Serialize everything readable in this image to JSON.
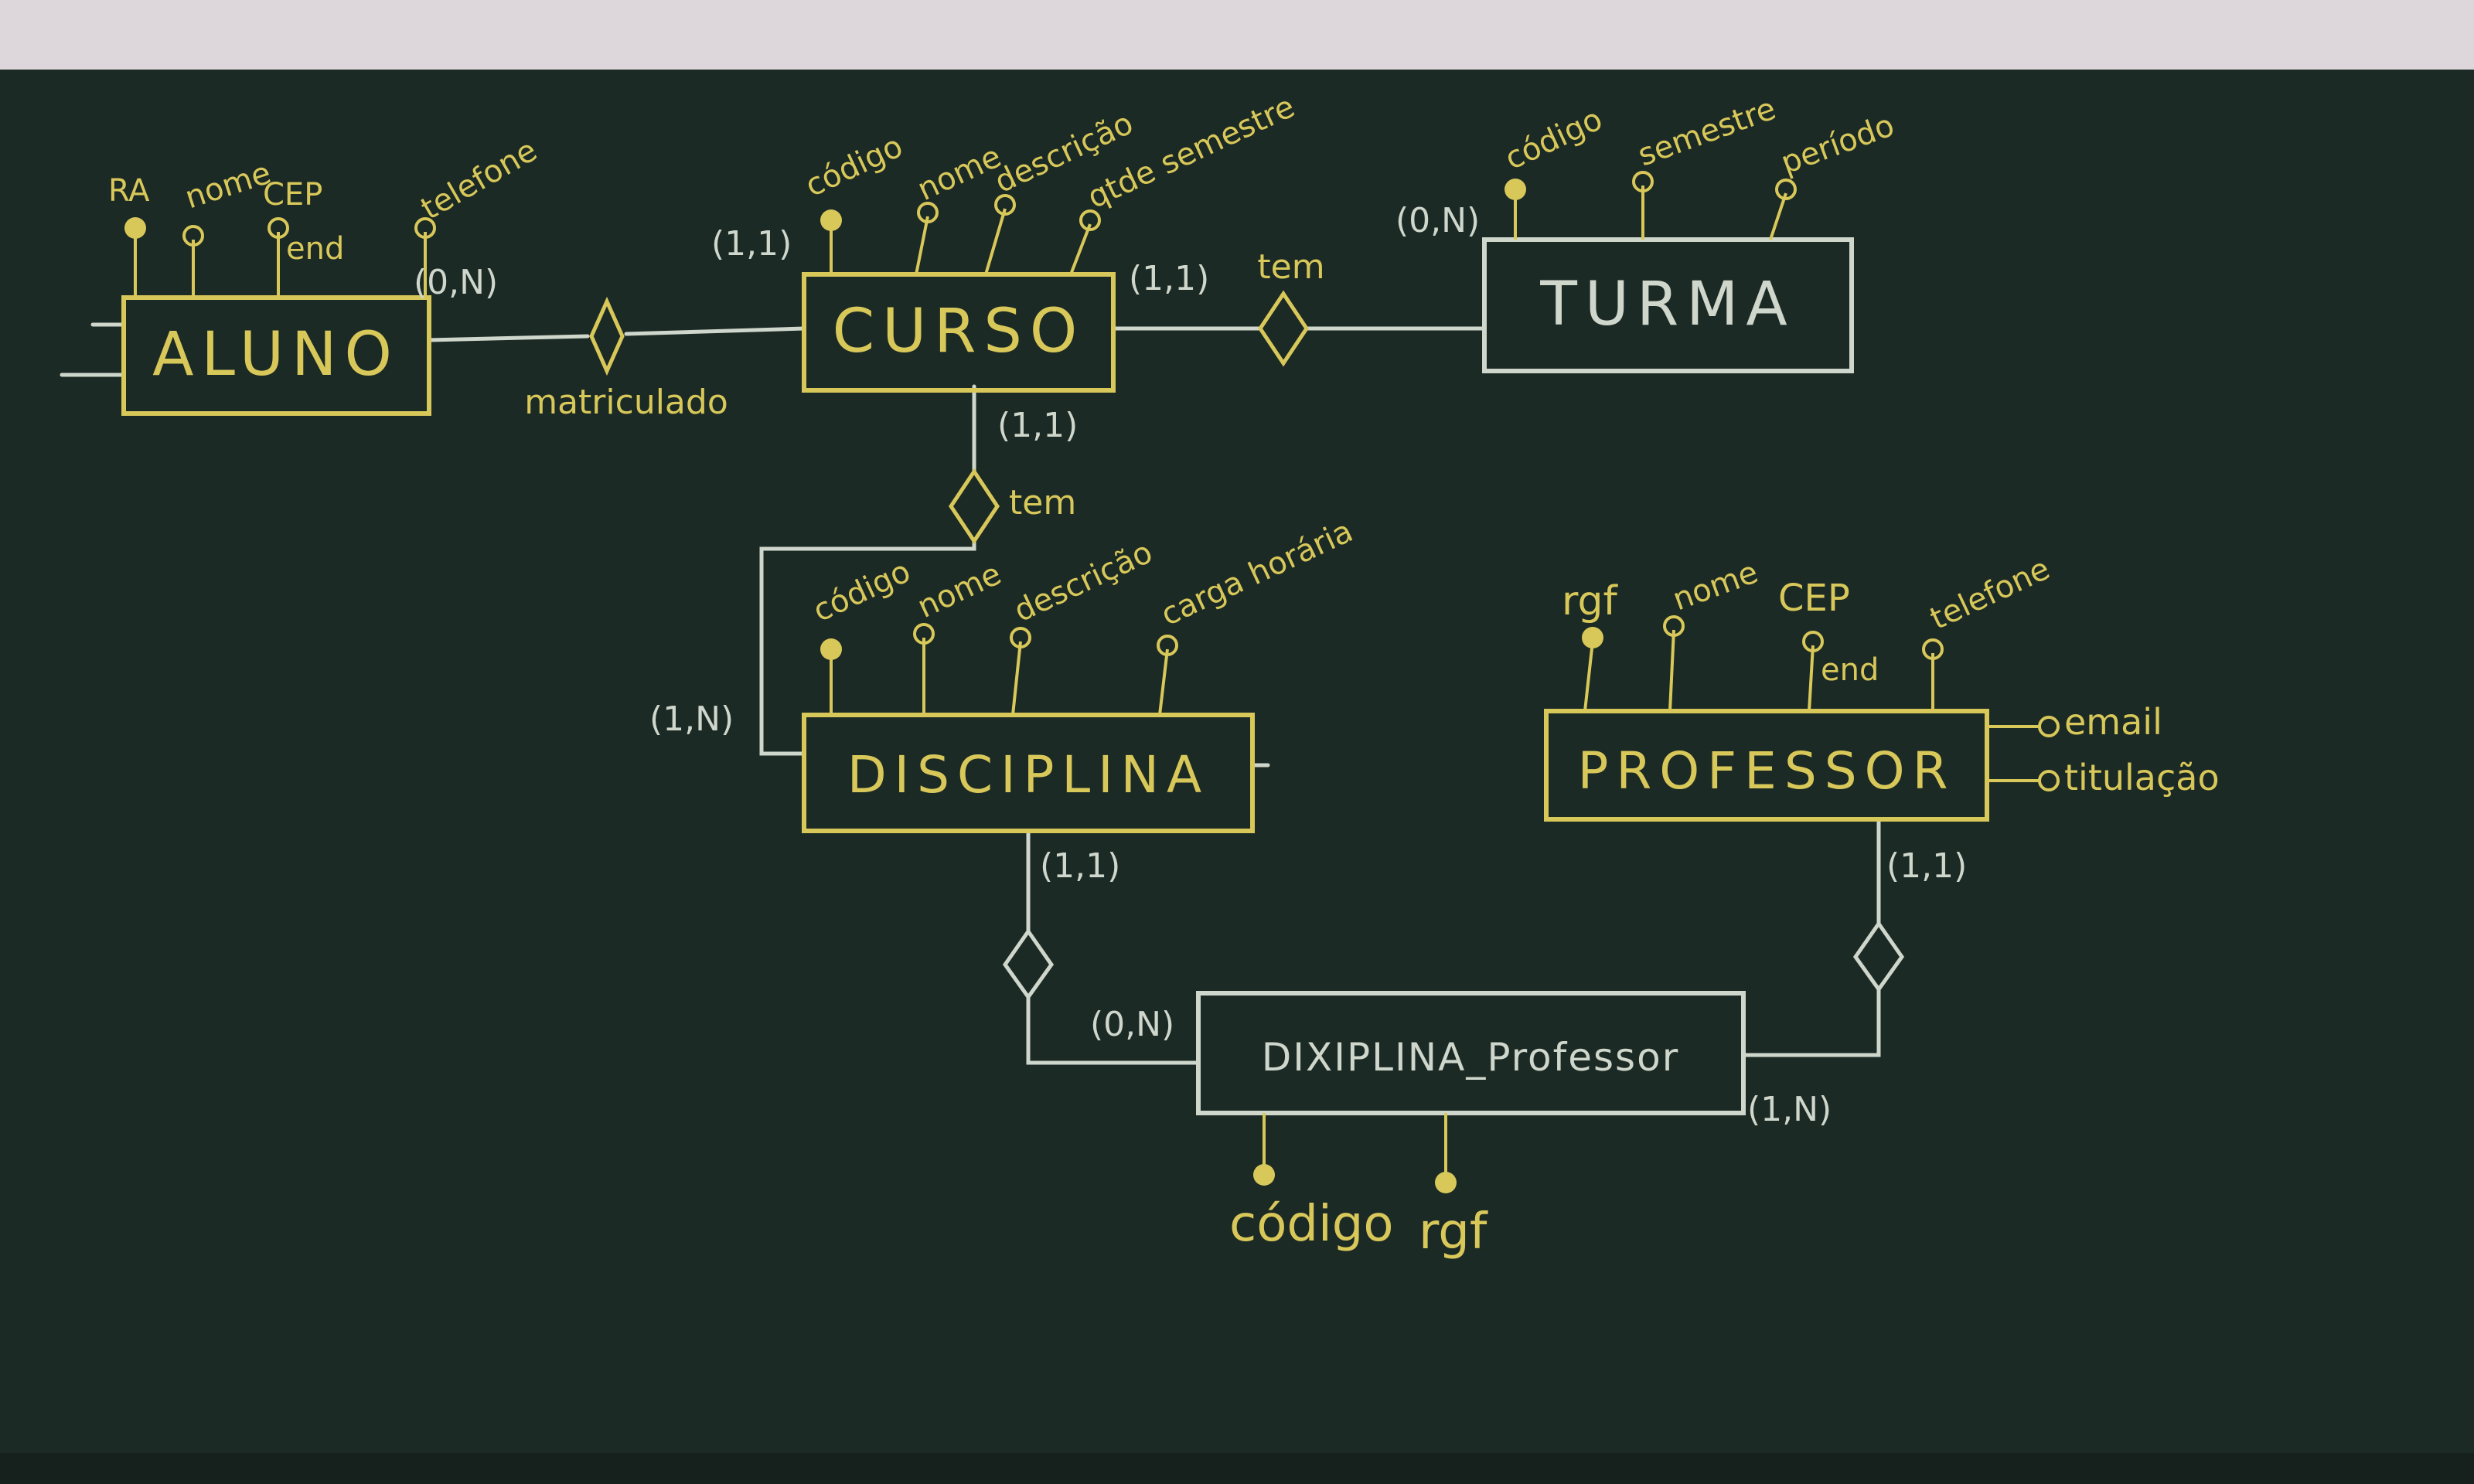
{
  "entities": {
    "aluno": "ALUNO",
    "curso": "CURSO",
    "turma": "TURMA",
    "disciplina": "DISCIPLINA",
    "professor": "PROFESSOR",
    "disciplina_professor": "DIXIPLINA_Professor"
  },
  "relationships": {
    "aluno_curso": "matriculado",
    "curso_turma": "tem",
    "curso_disciplina": "tem"
  },
  "cardinalities": {
    "aluno_side": "(0,N)",
    "curso_left": "(1,1)",
    "curso_right": "(1,1)",
    "turma_side": "(0,N)",
    "curso_below": "(1,1)",
    "disciplina_left": "(1,N)",
    "disciplina_below": "(1,1)",
    "dp_left": "(0,N)",
    "professor_below": "(1,1)",
    "dp_right": "(1,N)"
  },
  "attributes": {
    "aluno": [
      "RA",
      "nome",
      "CEP",
      "end",
      "telefone"
    ],
    "curso": [
      "código",
      "nome",
      "descrição",
      "qtde semestre"
    ],
    "turma": [
      "código",
      "semestre",
      "período"
    ],
    "disciplina": [
      "código",
      "nome",
      "descrição",
      "carga horária"
    ],
    "professor": [
      "rgf",
      "nome",
      "CEP",
      "end",
      "telefone",
      "email",
      "titulação"
    ],
    "disciplina_professor": [
      "código",
      "rgf"
    ]
  },
  "colors": {
    "board": "#1c2a25",
    "chalk_white": "#cfd6cc",
    "chalk_yellow": "#d8c85a"
  }
}
